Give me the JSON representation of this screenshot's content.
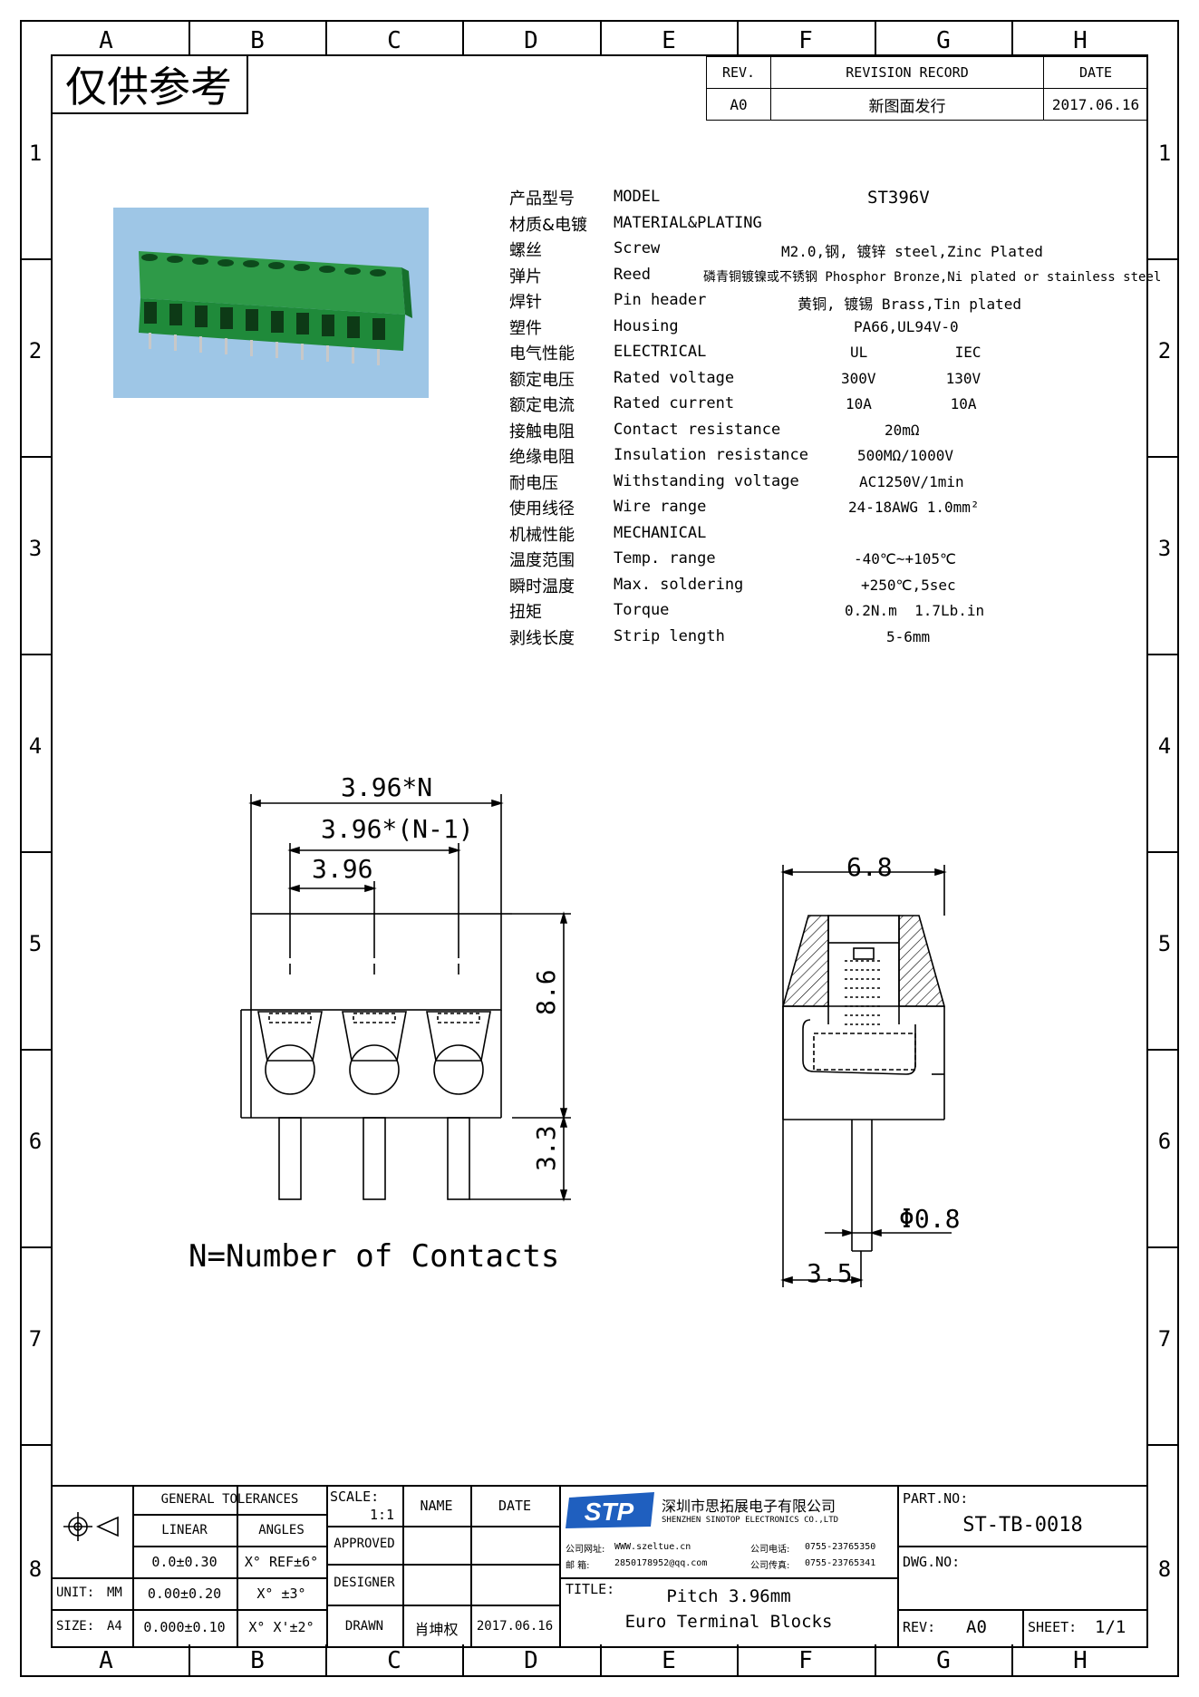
{
  "zones": {
    "letters": [
      "A",
      "B",
      "C",
      "D",
      "E",
      "F",
      "G",
      "H"
    ],
    "numbers": [
      "1",
      "2",
      "3",
      "4",
      "5",
      "6",
      "7",
      "8"
    ]
  },
  "stamp": "仅供参考",
  "revision": {
    "headers": {
      "rev": "REV.",
      "record": "REVISION RECORD",
      "date": "DATE"
    },
    "row": {
      "rev": "A0",
      "record": "新图面发行",
      "date": "2017.06.16"
    }
  },
  "specs": [
    {
      "zh": "产品型号",
      "en": "MODEL",
      "value": "ST396V"
    },
    {
      "zh": "材质&电镀",
      "en": "MATERIAL&PLATING",
      "value": ""
    },
    {
      "zh": "螺丝",
      "en": "Screw",
      "value": "M2.0,钢, 镀锌 steel,Zinc Plated"
    },
    {
      "zh": "弹片",
      "en": "Reed",
      "value": "磷青铜镀镍或不锈钢 Phosphor Bronze,Ni plated or stainless steel"
    },
    {
      "zh": "焊针",
      "en": "Pin header",
      "value": "黄铜, 镀锡 Brass,Tin plated"
    },
    {
      "zh": "塑件",
      "en": "Housing",
      "value": "PA66,UL94V-0"
    },
    {
      "zh": "电气性能",
      "en": "ELECTRICAL",
      "value": "UL          IEC"
    },
    {
      "zh": "额定电压",
      "en": "Rated voltage",
      "value": "300V        130V"
    },
    {
      "zh": "额定电流",
      "en": "Rated current",
      "value": "10A         10A"
    },
    {
      "zh": "接触电阻",
      "en": "Contact resistance",
      "value": "20mΩ"
    },
    {
      "zh": "绝缘电阻",
      "en": "Insulation resistance",
      "value": "500MΩ/1000V"
    },
    {
      "zh": "耐电压",
      "en": "Withstanding voltage",
      "value": "AC1250V/1min"
    },
    {
      "zh": "使用线径",
      "en": "Wire range",
      "value": "24-18AWG 1.0mm²"
    },
    {
      "zh": "机械性能",
      "en": "MECHANICAL",
      "value": ""
    },
    {
      "zh": "温度范围",
      "en": "Temp. range",
      "value": "-40℃~+105℃"
    },
    {
      "zh": "瞬时温度",
      "en": "Max. soldering",
      "value": "+250℃,5sec"
    },
    {
      "zh": "扭矩",
      "en": "Torque",
      "value": "0.2N.m  1.7Lb.in"
    },
    {
      "zh": "剥线长度",
      "en": "Strip length",
      "value": "5-6mm"
    }
  ],
  "drawing": {
    "dim_total": "3.96*N",
    "dim_span": "3.96*(N-1)",
    "dim_pitch": "3.96",
    "dim_height": "8.6",
    "dim_pin": "3.3",
    "dim_width": "6.8",
    "dim_dia": "Φ0.8",
    "dim_offset": "3.5",
    "note": "N=Number of Contacts"
  },
  "title_block": {
    "general_tolerances": "GENERAL TOLERANCES",
    "linear": "LINEAR",
    "angles": "ANGLES",
    "lin1": "0.0±0.30",
    "ang1": "X° REF±6°",
    "unit_label": "UNIT:",
    "unit": "MM",
    "lin2": "0.00±0.20",
    "ang2": "X° ±3°",
    "size_label": "SIZE:",
    "size": "A4",
    "lin3": "0.000±0.10",
    "ang3": "X° X'±2°",
    "scale_label": "SCALE:",
    "scale": "1:1",
    "name": "NAME",
    "date": "DATE",
    "approved": "APPROVED",
    "designer": "DESIGNER",
    "drawn": "DRAWN",
    "drawn_name": "肖坤权",
    "drawn_date": "2017.06.16",
    "company_cn": "深圳市思拓展电子有限公司",
    "company_en": "SHENZHEN SINOTOP ELECTRONICS CO.,LTD",
    "contact1_label": "公司网址:",
    "contact1": "WWW.szeltue.cn",
    "contact2_label": "邮    箱:",
    "contact2": "2850178952@qq.com",
    "phone_label": "公司电话:",
    "phone": "0755-23765350",
    "fax_label": "公司传真:",
    "fax": "0755-23765341",
    "title_label": "TITLE:",
    "title1": "Pitch 3.96mm",
    "title2": "Euro Terminal Blocks",
    "part_label": "PART.NO:",
    "part": "ST-TB-0018",
    "dwg_label": "DWG.NO:",
    "rev_label": "REV:",
    "rev": "A0",
    "sheet_label": "SHEET:",
    "sheet": "1/1",
    "logo": "STP"
  },
  "colors": {
    "product_green": "#1f8a3a",
    "photo_bg": "#9ec6e6",
    "logo_blue": "#1f5fbf"
  }
}
